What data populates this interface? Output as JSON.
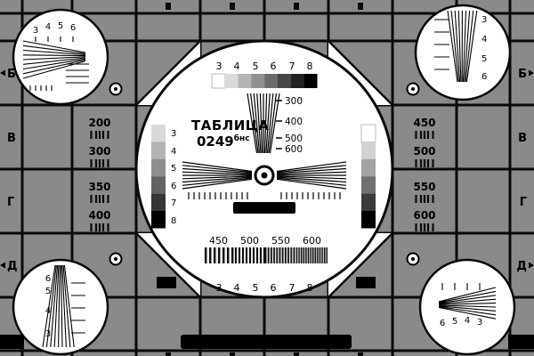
{
  "colors": {
    "background": "#8a8a8a",
    "ink": "#0a0a0a",
    "panel": "#ffffff"
  },
  "center_panel": {
    "title": "ТАБЛИЦА",
    "code": "0249",
    "code_suffix": "бнс"
  },
  "row_letters": [
    "Б",
    "В",
    "Г",
    "Д"
  ],
  "grayscale_top_labels": [
    "3",
    "4",
    "5",
    "6",
    "7",
    "8"
  ],
  "grayscale_bottom_labels": [
    "3",
    "4",
    "5",
    "6",
    "7",
    "8"
  ],
  "left_strip_labels": [
    "3",
    "4",
    "5",
    "6",
    "7",
    "8"
  ],
  "fan_frequency_labels": [
    "300",
    "400",
    "500",
    "600"
  ],
  "burst_frequency_labels": [
    "450",
    "500",
    "550",
    "600"
  ],
  "left_frequency_cells": [
    "200",
    "300",
    "350",
    "400"
  ],
  "right_frequency_cells": [
    "450",
    "500",
    "550",
    "600"
  ],
  "corner_labels": {
    "top_left": [
      "3",
      "4",
      "5",
      "6"
    ],
    "top_right": [
      "3",
      "4",
      "5",
      "6"
    ],
    "bottom_left": [
      "6",
      "5",
      "4",
      "3"
    ],
    "bottom_right": [
      "6",
      "5",
      "4",
      "3"
    ]
  },
  "grayscale_steps": [
    "#ffffff",
    "#dadada",
    "#b5b5b5",
    "#909090",
    "#6b6b6b",
    "#464646",
    "#222222",
    "#000000"
  ],
  "left_strip_steps": [
    "#d9d9d9",
    "#b4b4b4",
    "#8e8e8e",
    "#626262",
    "#353535",
    "#000000"
  ],
  "right_strip_steps": [
    "#ffffff",
    "#d2d2d2",
    "#a3a3a3",
    "#717171",
    "#3b3b3b",
    "#000000"
  ]
}
